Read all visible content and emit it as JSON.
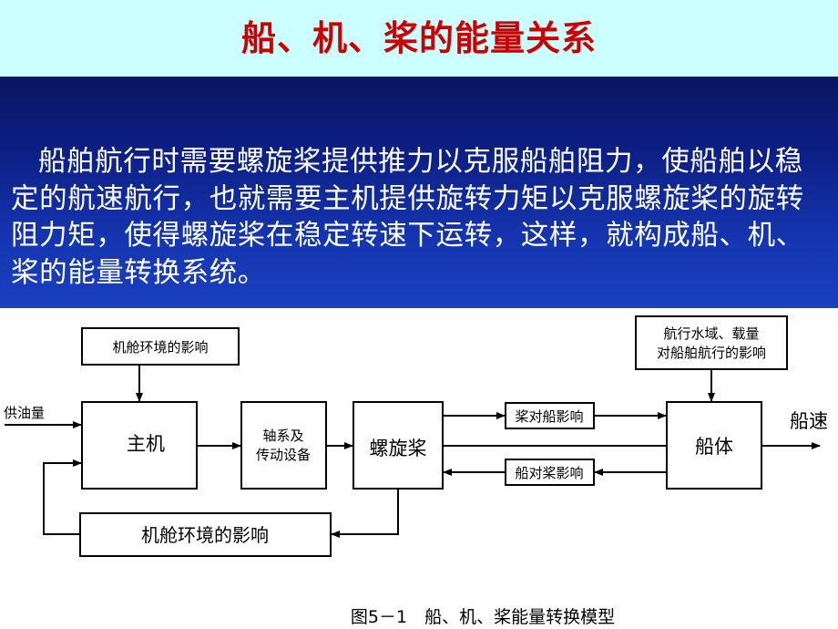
{
  "title": "船、机、桨的能量关系",
  "paragraph": "船舶航行时需要螺旋桨提供推力以克服船舶阻力，使船舶以稳定的航速航行，也就需要主机提供旋转力矩以克服螺旋桨的旋转阻力矩，使得螺旋桨在稳定转速下运转，这样，就构成船、机、桨的能量转换系统。",
  "diagram": {
    "env_top": "机舱环境的影响",
    "waters_line1": "航行水域、载量",
    "waters_line2": "对船舶航行的影响",
    "fuel": "供油量",
    "engine": "主机",
    "shaft_line1": "轴系及",
    "shaft_line2": "传动设备",
    "propeller": "螺旋桨",
    "prop_to_ship": "桨对船影响",
    "ship_to_prop": "船对桨影响",
    "hull": "船体",
    "speed": "船速",
    "env_bottom": "机舱环境的影响"
  },
  "caption": "图5－1　船、机、桨能量转换模型"
}
